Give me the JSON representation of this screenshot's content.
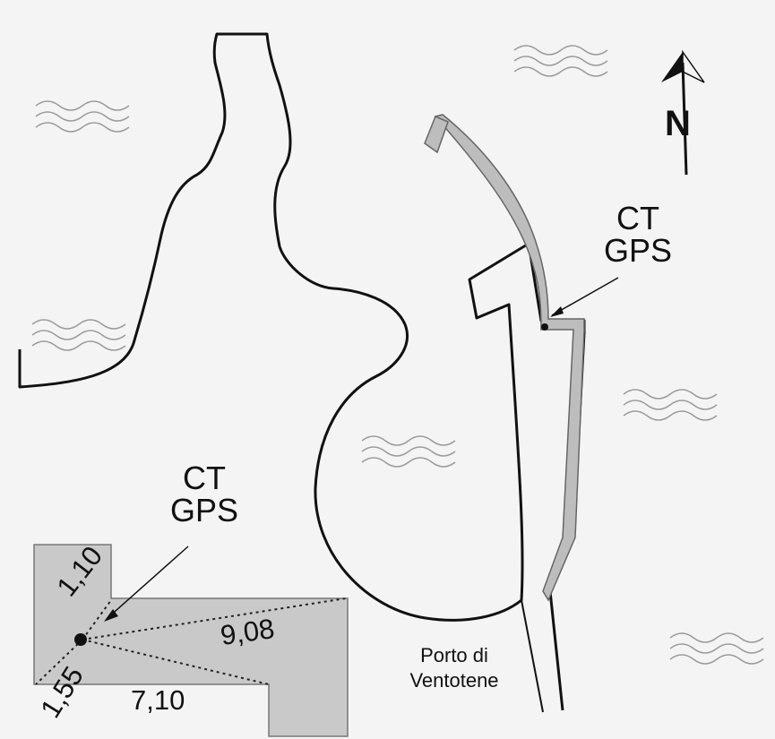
{
  "map": {
    "north_label": "N",
    "gps_label_top": {
      "line1": "CT",
      "line2": "GPS"
    },
    "gps_label_bottom": {
      "line1": "CT",
      "line2": "GPS"
    },
    "port_name": {
      "line1": "Porto di",
      "line2": "Ventotene"
    },
    "distances": {
      "d_1_10": "1,10",
      "d_1_55": "1,55",
      "d_9_08": "9,08",
      "d_7_10": "7,10"
    },
    "colors": {
      "coastline": "#111111",
      "pier_fill": "#bdbdbd",
      "water": "#9a9a9a",
      "background": "#f4f4f4"
    }
  }
}
